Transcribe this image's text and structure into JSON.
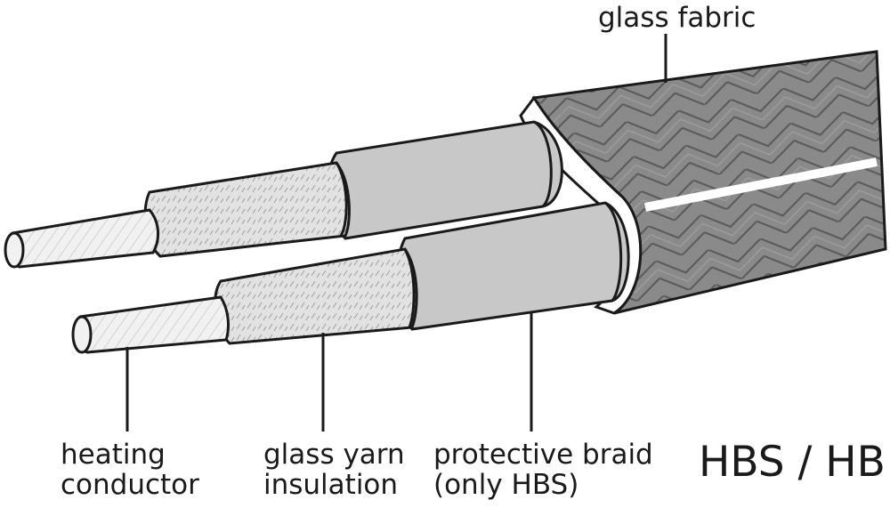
{
  "labels": {
    "glass_fabric": "glass fabric",
    "heating_conductor": [
      "heating",
      "conductor"
    ],
    "glass_yarn_insulation": [
      "glass yarn",
      "insulation"
    ],
    "protective_braid": [
      "protective braid",
      "(only HBS)"
    ]
  },
  "model": "HBS / HB",
  "colors": {
    "outline": "#1a1a1a",
    "fabric": "#8a8a8a",
    "braid": "#c8c8c8",
    "insulation": "#dcdcdc",
    "conductor": "#f0f0f0"
  }
}
